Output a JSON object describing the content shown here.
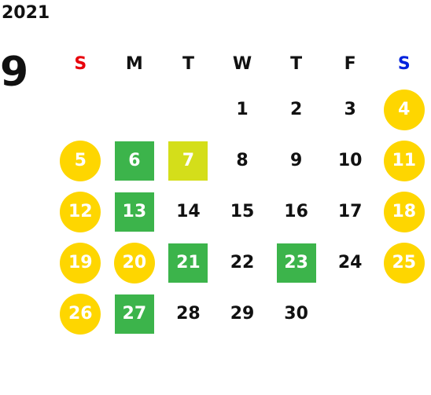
{
  "calendar": {
    "year": "2021",
    "month": "9",
    "weekdays": [
      {
        "label": "S",
        "color": "#e8000b"
      },
      {
        "label": "M",
        "color": "#111111"
      },
      {
        "label": "T",
        "color": "#111111"
      },
      {
        "label": "W",
        "color": "#111111"
      },
      {
        "label": "T",
        "color": "#111111"
      },
      {
        "label": "F",
        "color": "#111111"
      },
      {
        "label": "S",
        "color": "#0022dd"
      }
    ],
    "colors": {
      "holiday_circle": "#fed600",
      "green_square": "#3cb44b",
      "yellow_green_square": "#d4de1a"
    },
    "weeks": [
      [
        {
          "d": ""
        },
        {
          "d": ""
        },
        {
          "d": ""
        },
        {
          "d": "1"
        },
        {
          "d": "2"
        },
        {
          "d": "3"
        },
        {
          "d": "4",
          "mark": "circle"
        }
      ],
      [
        {
          "d": "5",
          "mark": "circle"
        },
        {
          "d": "6",
          "mark": "green"
        },
        {
          "d": "7",
          "mark": "lime"
        },
        {
          "d": "8"
        },
        {
          "d": "9"
        },
        {
          "d": "10"
        },
        {
          "d": "11",
          "mark": "circle"
        }
      ],
      [
        {
          "d": "12",
          "mark": "circle"
        },
        {
          "d": "13",
          "mark": "green"
        },
        {
          "d": "14"
        },
        {
          "d": "15"
        },
        {
          "d": "16"
        },
        {
          "d": "17"
        },
        {
          "d": "18",
          "mark": "circle"
        }
      ],
      [
        {
          "d": "19",
          "mark": "circle"
        },
        {
          "d": "20",
          "mark": "circle"
        },
        {
          "d": "21",
          "mark": "green"
        },
        {
          "d": "22"
        },
        {
          "d": "23",
          "mark": "green"
        },
        {
          "d": "24"
        },
        {
          "d": "25",
          "mark": "circle"
        }
      ],
      [
        {
          "d": "26",
          "mark": "circle"
        },
        {
          "d": "27",
          "mark": "green"
        },
        {
          "d": "28"
        },
        {
          "d": "29"
        },
        {
          "d": "30"
        },
        {
          "d": ""
        },
        {
          "d": ""
        }
      ]
    ]
  }
}
